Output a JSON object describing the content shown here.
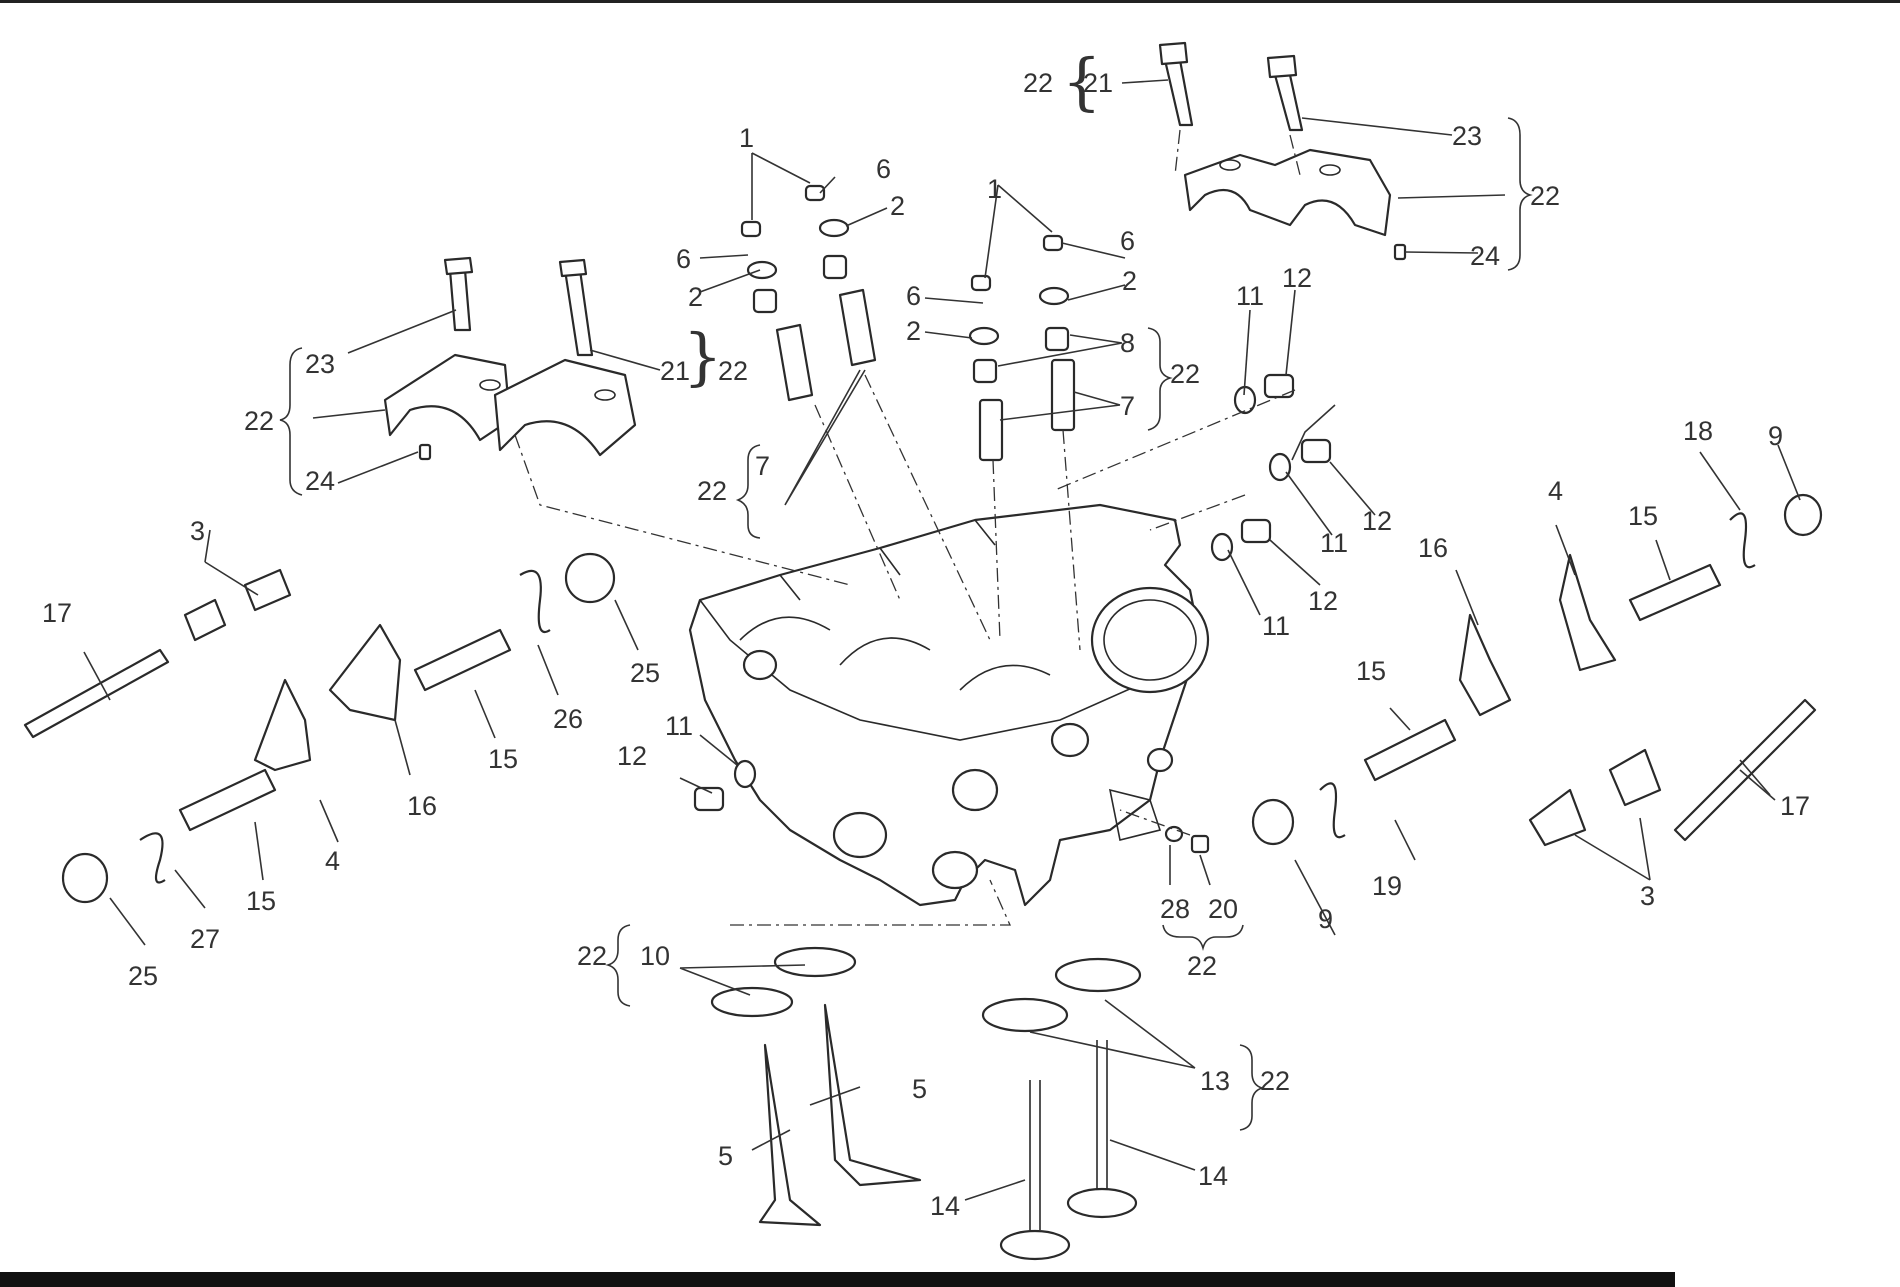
{
  "diagram": {
    "callouts": [
      {
        "id": "c1a",
        "text": "1"
      },
      {
        "id": "c6a",
        "text": "6"
      },
      {
        "id": "c2a",
        "text": "2"
      },
      {
        "id": "c6b",
        "text": "6"
      },
      {
        "id": "c2b",
        "text": "2"
      },
      {
        "id": "c7a",
        "text": "7"
      },
      {
        "id": "c22a",
        "text": "22"
      },
      {
        "id": "c1b",
        "text": "1"
      },
      {
        "id": "c6c",
        "text": "6"
      },
      {
        "id": "c2c",
        "text": "2"
      },
      {
        "id": "c6d",
        "text": "6"
      },
      {
        "id": "c2d",
        "text": "2"
      },
      {
        "id": "c8",
        "text": "8"
      },
      {
        "id": "c7b",
        "text": "7"
      },
      {
        "id": "c22b",
        "text": "22"
      },
      {
        "id": "c22c",
        "text": "22"
      },
      {
        "id": "c21a",
        "text": "21"
      },
      {
        "id": "c23a",
        "text": "23"
      },
      {
        "id": "c22d",
        "text": "22"
      },
      {
        "id": "c24a",
        "text": "24"
      },
      {
        "id": "c23b",
        "text": "23"
      },
      {
        "id": "c22e",
        "text": "22"
      },
      {
        "id": "c24b",
        "text": "24"
      },
      {
        "id": "c21b",
        "text": "21"
      },
      {
        "id": "c22f",
        "text": "22"
      },
      {
        "id": "c11a",
        "text": "11"
      },
      {
        "id": "c12a",
        "text": "12"
      },
      {
        "id": "c11b",
        "text": "11"
      },
      {
        "id": "c12b",
        "text": "12"
      },
      {
        "id": "c11c",
        "text": "11"
      },
      {
        "id": "c12c",
        "text": "12"
      },
      {
        "id": "c18",
        "text": "18"
      },
      {
        "id": "c9a",
        "text": "9"
      },
      {
        "id": "c4a",
        "text": "4"
      },
      {
        "id": "c15a",
        "text": "15"
      },
      {
        "id": "c16a",
        "text": "16"
      },
      {
        "id": "c15b",
        "text": "15"
      },
      {
        "id": "c17a",
        "text": "17"
      },
      {
        "id": "c3a",
        "text": "3"
      },
      {
        "id": "c19",
        "text": "19"
      },
      {
        "id": "c9b",
        "text": "9"
      },
      {
        "id": "c28",
        "text": "28"
      },
      {
        "id": "c20",
        "text": "20"
      },
      {
        "id": "c22g",
        "text": "22"
      },
      {
        "id": "c3b",
        "text": "3"
      },
      {
        "id": "c17b",
        "text": "17"
      },
      {
        "id": "c25a",
        "text": "25"
      },
      {
        "id": "c26",
        "text": "26"
      },
      {
        "id": "c15c",
        "text": "15"
      },
      {
        "id": "c16b",
        "text": "16"
      },
      {
        "id": "c4b",
        "text": "4"
      },
      {
        "id": "c15d",
        "text": "15"
      },
      {
        "id": "c27",
        "text": "27"
      },
      {
        "id": "c25b",
        "text": "25"
      },
      {
        "id": "c12d",
        "text": "12"
      },
      {
        "id": "c11d",
        "text": "11"
      },
      {
        "id": "c22h",
        "text": "22"
      },
      {
        "id": "c10",
        "text": "10"
      },
      {
        "id": "c5a",
        "text": "5"
      },
      {
        "id": "c5b",
        "text": "5"
      },
      {
        "id": "c13",
        "text": "13"
      },
      {
        "id": "c22i",
        "text": "22"
      },
      {
        "id": "c14a",
        "text": "14"
      },
      {
        "id": "c14b",
        "text": "14"
      }
    ]
  }
}
